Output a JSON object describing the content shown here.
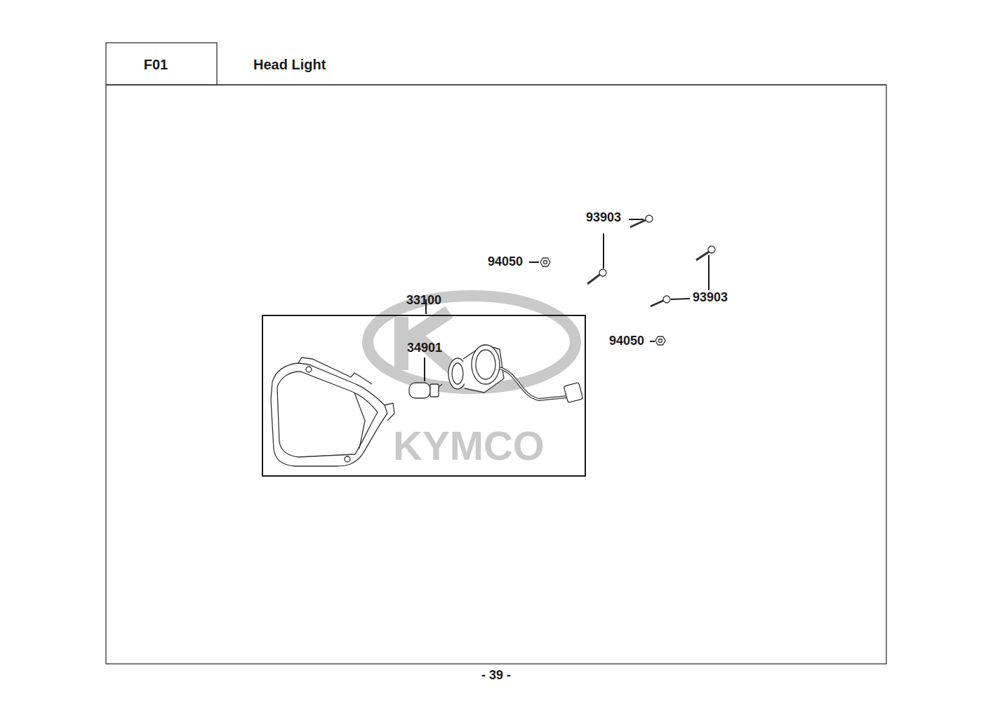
{
  "diagram": {
    "title": "Head Light",
    "nodes": [
      {
        "text": [
          "33100"
        ]
      }
    ],
    "labels": [
      "F01",
      "93903",
      "94050",
      "93903",
      "94050",
      "34901",
      "KYMCO",
      "- 39 -"
    ]
  }
}
